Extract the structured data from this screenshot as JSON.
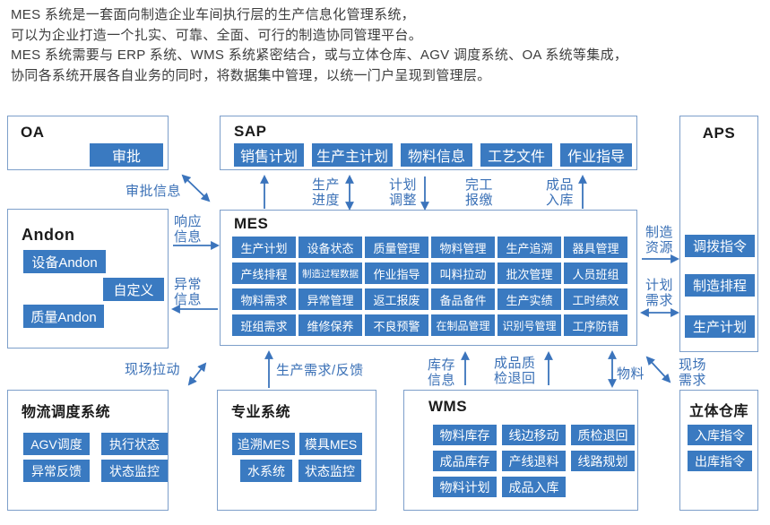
{
  "intro": {
    "lines": [
      "MES 系统是一套面向制造企业车间执行层的生产信息化管理系统，",
      "可以为企业打造一个扎实、可靠、全面、可行的制造协同管理平台。",
      "MES 系统需要与 ERP 系统、WMS 系统紧密结合，或与立体仓库、AGV 调度系统、OA 系统等集成，",
      "协同各系统开展各自业务的同时，将数据集中管理，以统一门户呈现到管理层。"
    ]
  },
  "colors": {
    "accent_blue": "#3a7ac1",
    "border_blue": "#7d9fca",
    "label_blue": "#3a70b6",
    "text_dark": "#3d3d3d"
  },
  "boxes": {
    "oa": {
      "title": "OA",
      "items": [
        "审批"
      ]
    },
    "sap": {
      "title": "SAP",
      "items": [
        "销售计划",
        "生产主计划",
        "物料信息",
        "工艺文件",
        "作业指导"
      ]
    },
    "aps": {
      "title": "APS",
      "items": [
        "调拨指令",
        "制造排程",
        "生产计划"
      ]
    },
    "andon": {
      "title": "Andon",
      "items": [
        "设备Andon",
        "自定义",
        "质量Andon"
      ]
    },
    "mes": {
      "title": "MES",
      "items": [
        "生产计划",
        "设备状态",
        "质量管理",
        "物料管理",
        "生产追溯",
        "器具管理",
        "产线排程",
        "制造过程数据",
        "作业指导",
        "叫料拉动",
        "批次管理",
        "人员班组",
        "物料需求",
        "异常管理",
        "返工报废",
        "备品备件",
        "生产实绩",
        "工时绩效",
        "班组需求",
        "维修保养",
        "不良预警",
        "在制品管理",
        "识别号管理",
        "工序防错"
      ]
    },
    "logistics": {
      "title": "物流调度系统",
      "items": [
        "AGV调度",
        "执行状态",
        "异常反馈",
        "状态监控"
      ]
    },
    "specialized": {
      "title": "专业系统",
      "items": [
        "追溯MES",
        "模具MES",
        "水系统",
        "状态监控"
      ]
    },
    "wms": {
      "title": "WMS",
      "items": [
        "物料库存",
        "线边移动",
        "质检退回",
        "成品库存",
        "产线退料",
        "线路规划",
        "物料计划",
        "成品入库"
      ]
    },
    "warehouse": {
      "title": "立体仓库",
      "items": [
        "入库指令",
        "出库指令"
      ]
    }
  },
  "flows": {
    "approval": "审批信息",
    "response": "响应信息",
    "exception": "异常信息",
    "prod_progress": "生产进度",
    "plan_adjust": "计划调整",
    "completion": "完工报缴",
    "finished_in": "成品入库",
    "mfg_resource": "制造资源",
    "plan_demand": "计划需求",
    "site_pull": "现场拉动",
    "prod_demand": "生产需求/反馈",
    "inventory_info": "库存信息",
    "quality_return": "成品质检退回",
    "material": "物料",
    "site_demand": "现场需求"
  }
}
